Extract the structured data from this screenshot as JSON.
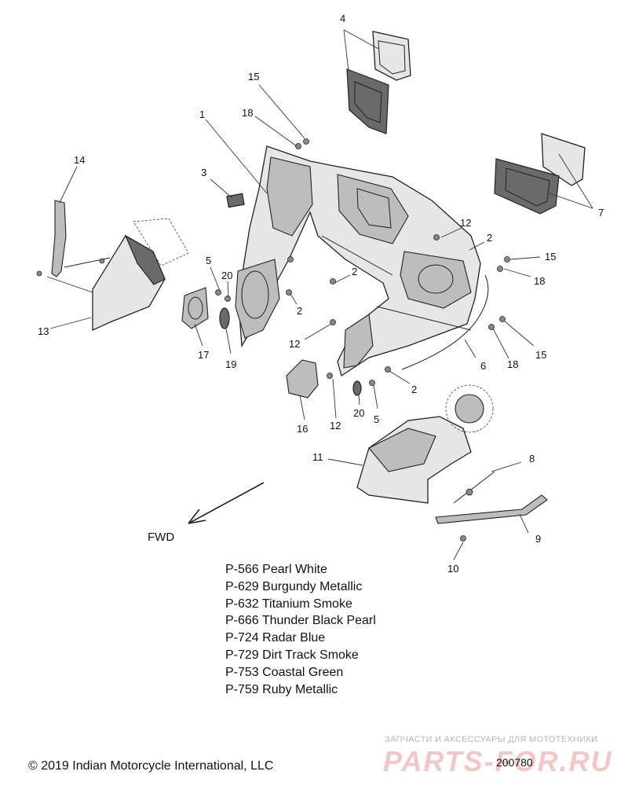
{
  "callouts": [
    {
      "id": "c4",
      "label": "4"
    },
    {
      "id": "c15a",
      "label": "15"
    },
    {
      "id": "c18a",
      "label": "18"
    },
    {
      "id": "c1",
      "label": "1"
    },
    {
      "id": "c3",
      "label": "3"
    },
    {
      "id": "c14",
      "label": "14"
    },
    {
      "id": "c7",
      "label": "7"
    },
    {
      "id": "c12a",
      "label": "12"
    },
    {
      "id": "c2a",
      "label": "2"
    },
    {
      "id": "c15b",
      "label": "15"
    },
    {
      "id": "c18b",
      "label": "18"
    },
    {
      "id": "c5a",
      "label": "5"
    },
    {
      "id": "c20a",
      "label": "20"
    },
    {
      "id": "c2b",
      "label": "2"
    },
    {
      "id": "c2c",
      "label": "2"
    },
    {
      "id": "c13",
      "label": "13"
    },
    {
      "id": "c12b",
      "label": "12"
    },
    {
      "id": "c18c",
      "label": "18"
    },
    {
      "id": "c15c",
      "label": "15"
    },
    {
      "id": "c17",
      "label": "17"
    },
    {
      "id": "c19",
      "label": "19"
    },
    {
      "id": "c6",
      "label": "6"
    },
    {
      "id": "c2d",
      "label": "2"
    },
    {
      "id": "c20b",
      "label": "20"
    },
    {
      "id": "c5b",
      "label": "5"
    },
    {
      "id": "c16",
      "label": "16"
    },
    {
      "id": "c12c",
      "label": "12"
    },
    {
      "id": "c11",
      "label": "11"
    },
    {
      "id": "c8",
      "label": "8"
    },
    {
      "id": "c9",
      "label": "9"
    },
    {
      "id": "c10",
      "label": "10"
    }
  ],
  "fwd_label": "FWD",
  "paint_codes": [
    "P-566 Pearl White",
    "P-629 Burgundy Metallic",
    "P-632 Titanium Smoke",
    "P-666 Thunder Black Pearl",
    "P-724 Radar Blue",
    "P-729 Dirt Track Smoke",
    "P-753 Coastal Green",
    "P-759 Ruby Metallic"
  ],
  "copyright": "© 2019 Indian Motorcycle International, LLC",
  "diagram_number": "200780",
  "watermark": {
    "text": "ЗАПЧАСТИ И АКСЕССУАРЫ ДЛЯ МОТОТЕХНИКИ",
    "logo": "PARTS-FOR.RU"
  }
}
